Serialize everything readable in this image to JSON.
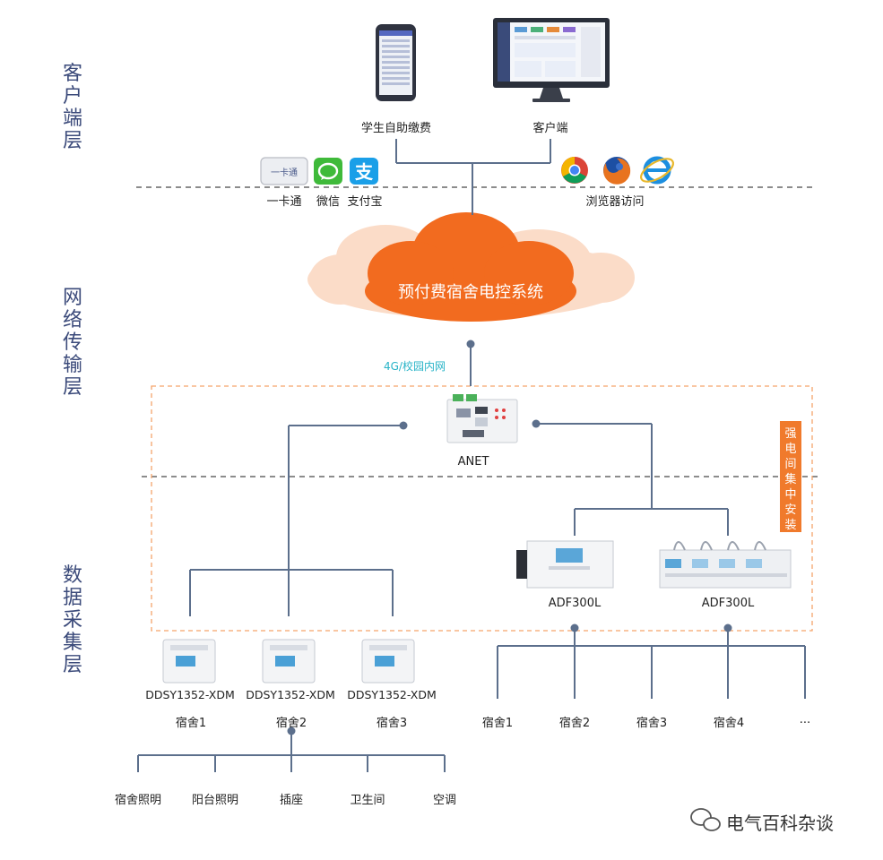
{
  "layers": {
    "client": "客户端层",
    "network": "网络传输层",
    "collect": "数据采集层"
  },
  "client": {
    "phone_label": "学生自助缴费",
    "pc_label": "客户端",
    "pay_card": "一卡通",
    "pay_card_inner": "一卡通",
    "pay_wechat": "微信",
    "pay_alipay": "支付宝",
    "browser_label": "浏览器访问"
  },
  "cloud": {
    "title": "预付费宿舍电控系统"
  },
  "network": {
    "link_label": "4G/校园内网",
    "gateway": "ANET"
  },
  "install_badge": "强电间集中安装",
  "meters": {
    "adf_a": "ADF300L",
    "adf_b": "ADF300L",
    "ddsy": [
      "DDSY1352-XDM",
      "DDSY1352-XDM",
      "DDSY1352-XDM"
    ]
  },
  "dorms_left": [
    "宿舍1",
    "宿舍2",
    "宿舍3"
  ],
  "dorms_right": [
    "宿舍1",
    "宿舍2",
    "宿舍3",
    "宿舍4",
    "..."
  ],
  "circuits": [
    "宿舍照明",
    "阳台照明",
    "插座",
    "卫生间",
    "空调"
  ],
  "watermark": "电气百科杂谈",
  "colors": {
    "accent": "#f07a2c",
    "line": "#5c6f8c",
    "label": "#3b4a7a",
    "net": "#27b3c7"
  }
}
